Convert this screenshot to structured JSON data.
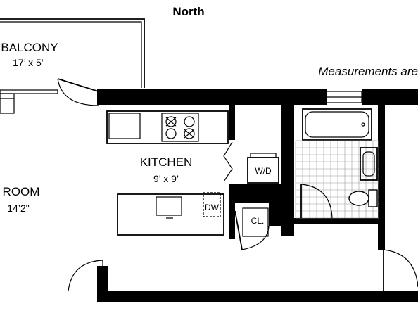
{
  "compass": {
    "north": "North"
  },
  "note": "Measurements are",
  "rooms": {
    "balcony": {
      "name": "BALCONY",
      "dims": "17’ x 5’"
    },
    "kitchen": {
      "name": "KITCHEN",
      "dims": "9’ x 9’"
    },
    "living": {
      "name": "ROOM",
      "dims": "14’2\""
    }
  },
  "fixtures": {
    "washer_dryer": "W/D",
    "dishwasher": "DW",
    "closet": "CL."
  }
}
